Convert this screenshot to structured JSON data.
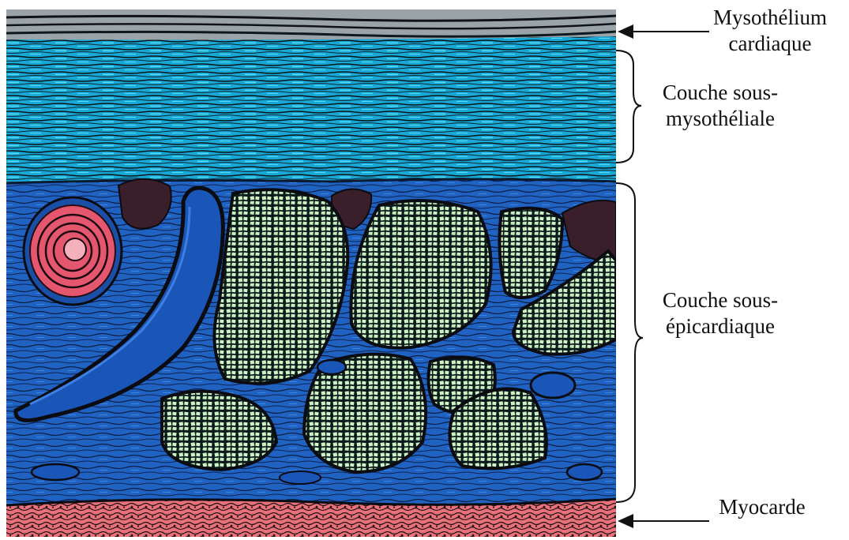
{
  "labels": {
    "mesothelium": {
      "line1": "Mysothélium",
      "line2": "cardiaque"
    },
    "submesothelial": {
      "line1": "Couche sous-",
      "line2": "mysothéliale"
    },
    "subepicardial": {
      "line1": "Couche sous-",
      "line2": "épicardiaque"
    },
    "myocardium": {
      "line1": "Myocarde"
    }
  },
  "colors": {
    "mesothelium_band": "#9aa3a8",
    "submesothelial_layer": "#17a6d3",
    "subepicardial_layer": "#1f63c4",
    "vessel_lumen": "#1a55b8",
    "artery_wall": "#e5566f",
    "adipose_lobules": "#c9efbf",
    "dark_patches": "#3a1f2a",
    "myocardium": "#f07f86",
    "outline": "#0b0b12"
  },
  "icons": [
    "arrow-left-icon",
    "bracket-icon"
  ]
}
